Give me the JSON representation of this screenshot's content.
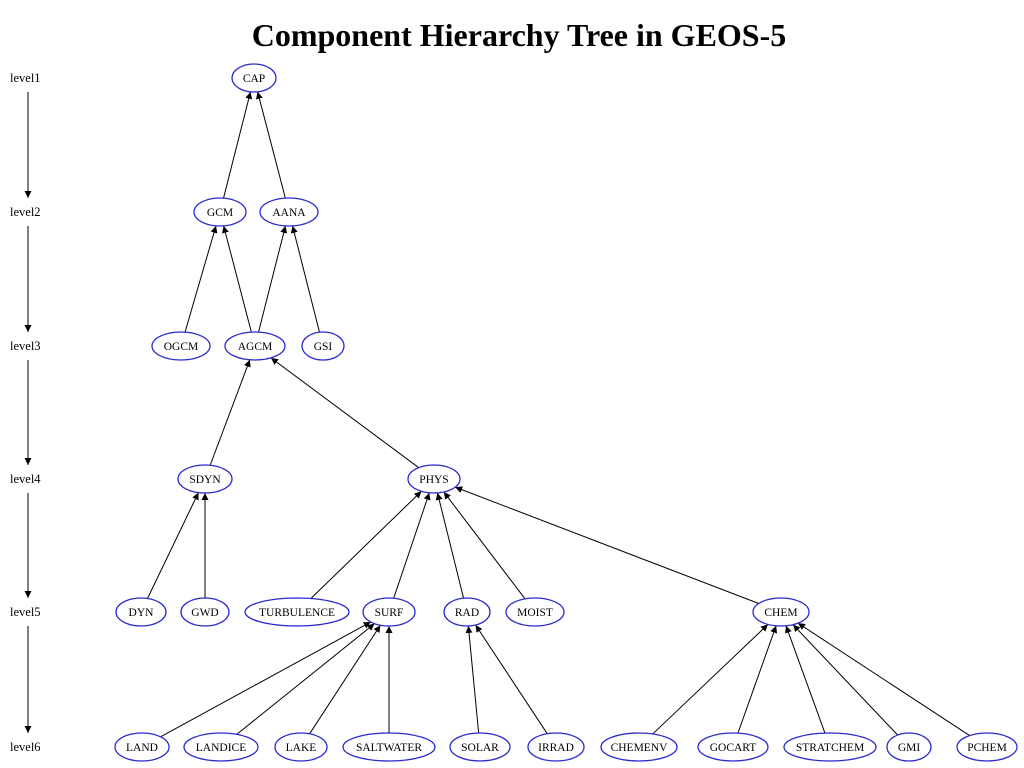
{
  "title": "Component Hierarchy Tree in GEOS-5",
  "levels": [
    "level1",
    "level2",
    "level3",
    "level4",
    "level5",
    "level6"
  ],
  "nodes": [
    {
      "id": "CAP",
      "label": "CAP"
    },
    {
      "id": "GCM",
      "label": "GCM"
    },
    {
      "id": "AANA",
      "label": "AANA"
    },
    {
      "id": "OGCM",
      "label": "OGCM"
    },
    {
      "id": "AGCM",
      "label": "AGCM"
    },
    {
      "id": "GSI",
      "label": "GSI"
    },
    {
      "id": "SDYN",
      "label": "SDYN"
    },
    {
      "id": "PHYS",
      "label": "PHYS"
    },
    {
      "id": "DYN",
      "label": "DYN"
    },
    {
      "id": "GWD",
      "label": "GWD"
    },
    {
      "id": "TURBULENCE",
      "label": "TURBULENCE"
    },
    {
      "id": "SURF",
      "label": "SURF"
    },
    {
      "id": "RAD",
      "label": "RAD"
    },
    {
      "id": "MOIST",
      "label": "MOIST"
    },
    {
      "id": "CHEM",
      "label": "CHEM"
    },
    {
      "id": "LAND",
      "label": "LAND"
    },
    {
      "id": "LANDICE",
      "label": "LANDICE"
    },
    {
      "id": "LAKE",
      "label": "LAKE"
    },
    {
      "id": "SALTWATER",
      "label": "SALTWATER"
    },
    {
      "id": "SOLAR",
      "label": "SOLAR"
    },
    {
      "id": "IRRAD",
      "label": "IRRAD"
    },
    {
      "id": "CHEMENV",
      "label": "CHEMENV"
    },
    {
      "id": "GOCART",
      "label": "GOCART"
    },
    {
      "id": "STRATCHEM",
      "label": "STRATCHEM"
    },
    {
      "id": "GMI",
      "label": "GMI"
    },
    {
      "id": "PCHEM",
      "label": "PCHEM"
    }
  ],
  "edges": [
    {
      "from": "GCM",
      "to": "CAP"
    },
    {
      "from": "AANA",
      "to": "CAP"
    },
    {
      "from": "OGCM",
      "to": "GCM"
    },
    {
      "from": "AGCM",
      "to": "GCM"
    },
    {
      "from": "AGCM",
      "to": "AANA"
    },
    {
      "from": "GSI",
      "to": "AANA"
    },
    {
      "from": "SDYN",
      "to": "AGCM"
    },
    {
      "from": "PHYS",
      "to": "AGCM"
    },
    {
      "from": "DYN",
      "to": "SDYN"
    },
    {
      "from": "GWD",
      "to": "SDYN"
    },
    {
      "from": "TURBULENCE",
      "to": "PHYS"
    },
    {
      "from": "SURF",
      "to": "PHYS"
    },
    {
      "from": "RAD",
      "to": "PHYS"
    },
    {
      "from": "MOIST",
      "to": "PHYS"
    },
    {
      "from": "CHEM",
      "to": "PHYS"
    },
    {
      "from": "LAND",
      "to": "SURF"
    },
    {
      "from": "LANDICE",
      "to": "SURF"
    },
    {
      "from": "LAKE",
      "to": "SURF"
    },
    {
      "from": "SALTWATER",
      "to": "SURF"
    },
    {
      "from": "SOLAR",
      "to": "RAD"
    },
    {
      "from": "IRRAD",
      "to": "RAD"
    },
    {
      "from": "CHEMENV",
      "to": "CHEM"
    },
    {
      "from": "GOCART",
      "to": "CHEM"
    },
    {
      "from": "STRATCHEM",
      "to": "CHEM"
    },
    {
      "from": "GMI",
      "to": "CHEM"
    },
    {
      "from": "PCHEM",
      "to": "CHEM"
    }
  ],
  "colors": {
    "node_border": "#2a2ad0",
    "edge": "#000000"
  }
}
